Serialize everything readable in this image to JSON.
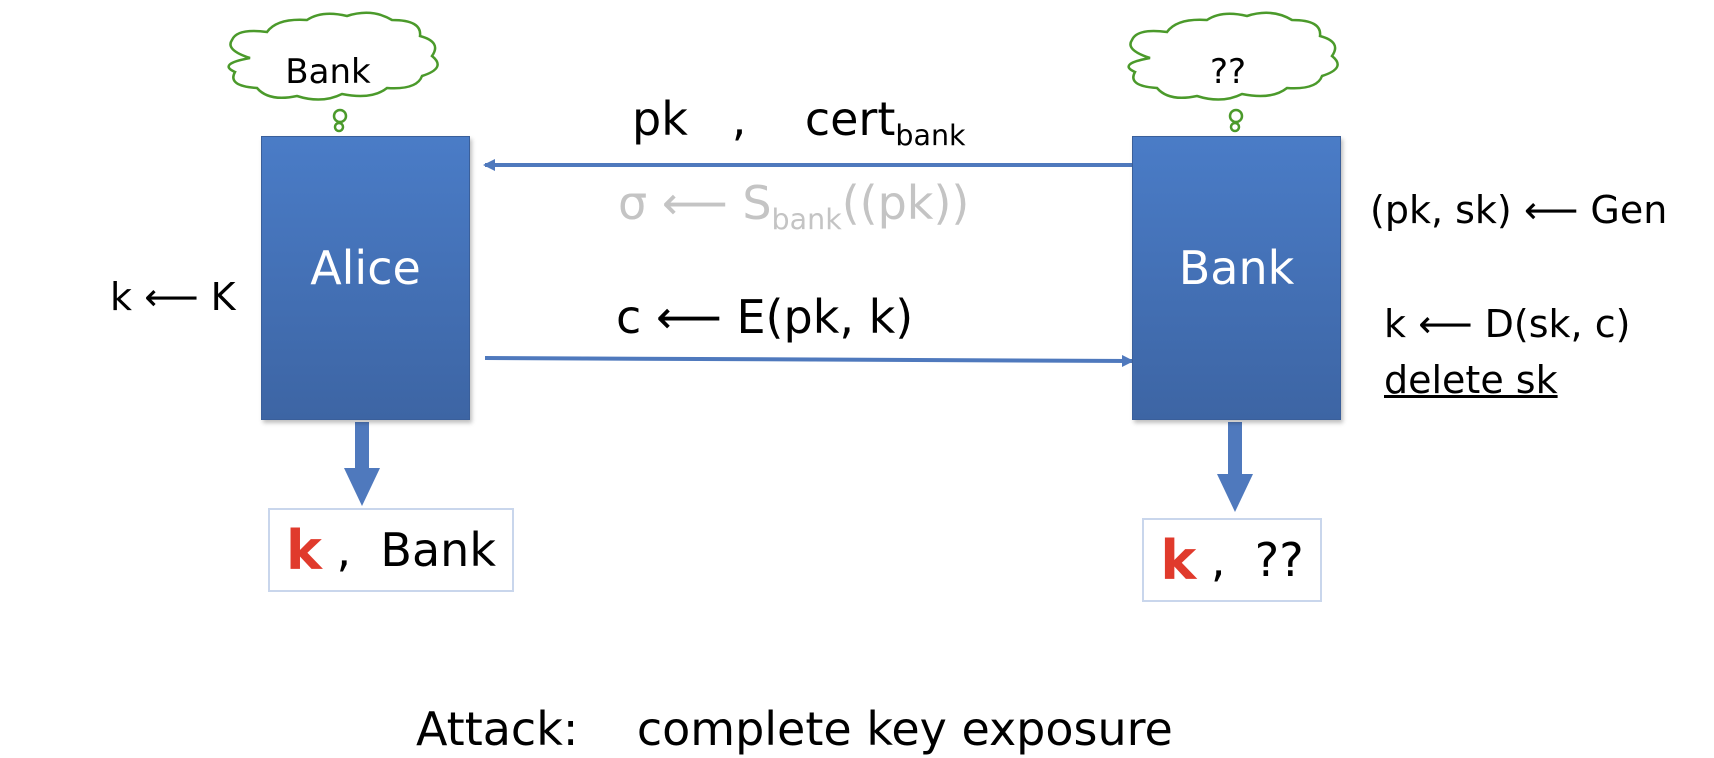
{
  "alice_cloud": "Bank",
  "bank_cloud": "??",
  "alice_box": "Alice",
  "bank_box": "Bank",
  "top_msg": {
    "pk": "pk",
    "comma": ",",
    "cert": "cert",
    "cert_sub": "bank"
  },
  "sig": {
    "prefix": "σ ⟵ S",
    "sub": "bank",
    "suffix": "((pk))"
  },
  "cipher_msg": "c ⟵ E(pk, k)",
  "alice_side": "k ⟵ K",
  "bank_side": {
    "gen": "(pk, sk) ⟵ Gen",
    "dec": "k ⟵ D(sk, c)",
    "del": "delete sk"
  },
  "alice_out": {
    "key": "k",
    "rest": " ,  Bank"
  },
  "bank_out": {
    "key": "k",
    "rest": " ,  ??"
  },
  "caption": "Attack:    complete key exposure",
  "colors": {
    "box": "#4472c4",
    "arrow": "#4f79bd",
    "key": "#e03a2c",
    "cloud": "#4b9a2b",
    "faded": "#c4c4c4"
  }
}
